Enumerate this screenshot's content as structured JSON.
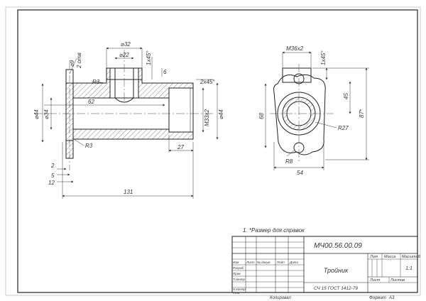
{
  "sheet": {
    "designation": "МЧ00.56.00.09",
    "part_name": "Тройник",
    "material": "СЧ 15 ГОСТ 1412-79",
    "note": "1. *Размер для справок",
    "copied_label": "Копировал",
    "format_label": "Формат",
    "format_value": "А3"
  },
  "title_block": {
    "col_headers": [
      "Изм",
      "Лист",
      "№ докум",
      "Подп",
      "Дата"
    ],
    "row_labels": [
      "Разраб",
      "Пров",
      "Т.контр",
      "Н.контр",
      "Утв"
    ],
    "lit_label": "Лит",
    "mass_label": "Масса",
    "scale_label": "Масштаб",
    "scale_value": "1:1",
    "sheet_label": "Лист",
    "sheets_label": "Листов"
  },
  "dimensions": {
    "front": {
      "d32": "⌀32",
      "d22": "⌀22",
      "chamfer_top": "1х45°",
      "six": "6",
      "d9_holes": "⌀9",
      "holes_count": "2 отв",
      "r3_top": "R3",
      "chamfer_right": "2х45°",
      "len62": "62",
      "d44_left": "⌀44",
      "d34": "⌀34",
      "thread_m33": "М33х2",
      "d44_right": "⌀44",
      "r3_bottom": "R3",
      "len27": "27",
      "two": "2",
      "five": "5",
      "twelve": "12",
      "total131": "131"
    },
    "side": {
      "thread_m36": "М36х2",
      "chamfer": "1х45°",
      "h45": "45",
      "h87": "87*",
      "h68": "68",
      "r27": "R27",
      "r8": "R8",
      "w54": "54"
    }
  }
}
